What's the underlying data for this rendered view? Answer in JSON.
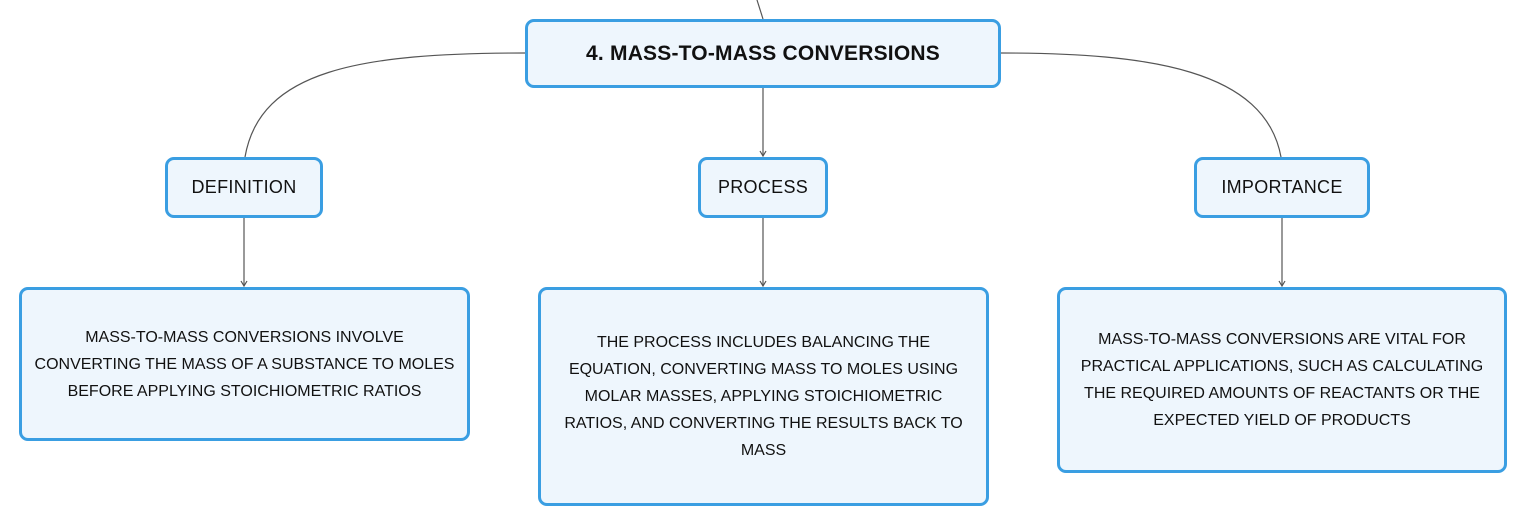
{
  "root": {
    "label": "4. MASS-TO-MASS CONVERSIONS"
  },
  "branches": [
    {
      "label": "DEFINITION",
      "detail": "MASS-TO-MASS CONVERSIONS INVOLVE CONVERTING THE MASS OF A SUBSTANCE TO MOLES BEFORE APPLYING STOICHIOMETRIC RATIOS"
    },
    {
      "label": "PROCESS",
      "detail": "THE PROCESS INCLUDES BALANCING THE EQUATION, CONVERTING MASS TO MOLES USING MOLAR MASSES, APPLYING STOICHIOMETRIC RATIOS, AND CONVERTING THE RESULTS BACK TO MASS"
    },
    {
      "label": "IMPORTANCE",
      "detail": "MASS-TO-MASS CONVERSIONS ARE VITAL FOR PRACTICAL APPLICATIONS, SUCH AS CALCULATING THE REQUIRED AMOUNTS OF REACTANTS OR THE EXPECTED YIELD OF PRODUCTS"
    }
  ],
  "colors": {
    "node_border": "#3a9ee2",
    "node_fill": "#eef6fd",
    "connector": "#555555",
    "text": "#111111"
  }
}
